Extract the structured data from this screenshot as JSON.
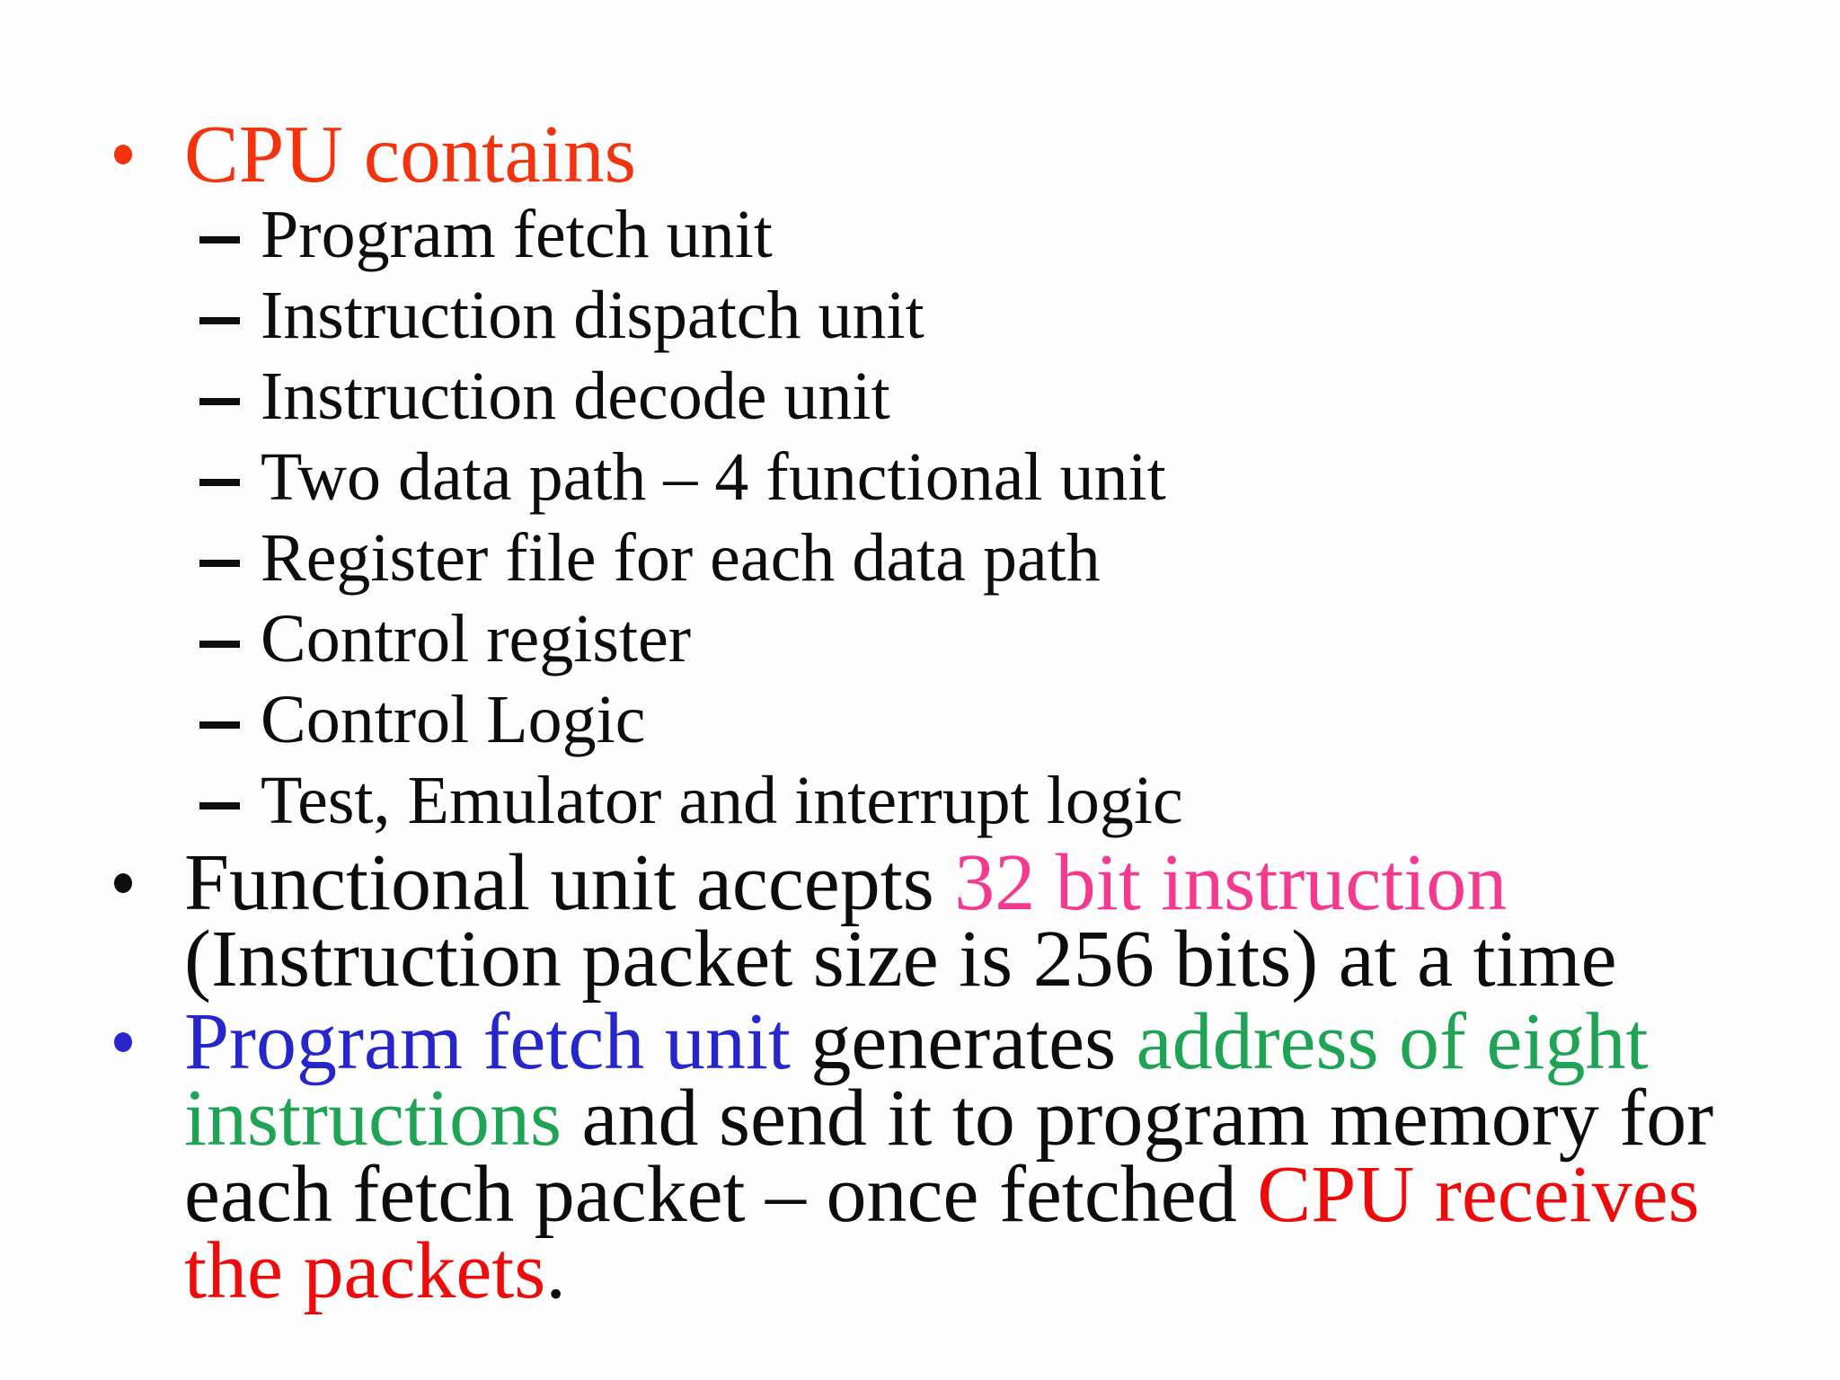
{
  "slide": {
    "kind": "presentation-slide",
    "background_color": "#fdfdfd",
    "palette": {
      "orange_red": "#f2330d",
      "pink": "#f5398f",
      "blue": "#2626cc",
      "green": "#1fa355",
      "red": "#ee0b0b",
      "black": "#0d0d0d"
    },
    "item1": {
      "marker": "round-bullet",
      "marker_color": "#f2330d",
      "text": "CPU contains"
    },
    "sub_items": [
      "Program fetch unit",
      "Instruction dispatch unit",
      "Instruction decode unit",
      "Two data path – 4 functional unit",
      "Register file for each data path",
      "Control register",
      "Control Logic",
      "Test, Emulator and interrupt logic"
    ],
    "item2": {
      "marker": "round-bullet",
      "marker_color": "#0d0d0d",
      "line1": {
        "r0": "Functional unit accepts ",
        "r1": "32 bit instruction"
      },
      "line2": "(Instruction packet size is 256 bits) at a time"
    },
    "item3": {
      "marker": "round-bullet",
      "marker_color": "#2626cc",
      "line1": {
        "r0": "Program fetch unit",
        "r1": " generates ",
        "r2": "address of eight"
      },
      "line2": {
        "r0": "instructions",
        "r1": " and send it to program memory for"
      },
      "line3": {
        "r0": "each fetch packet – once fetched ",
        "r1": "CPU receives"
      },
      "line4": {
        "r0": "the packets",
        "r1": "."
      }
    }
  }
}
